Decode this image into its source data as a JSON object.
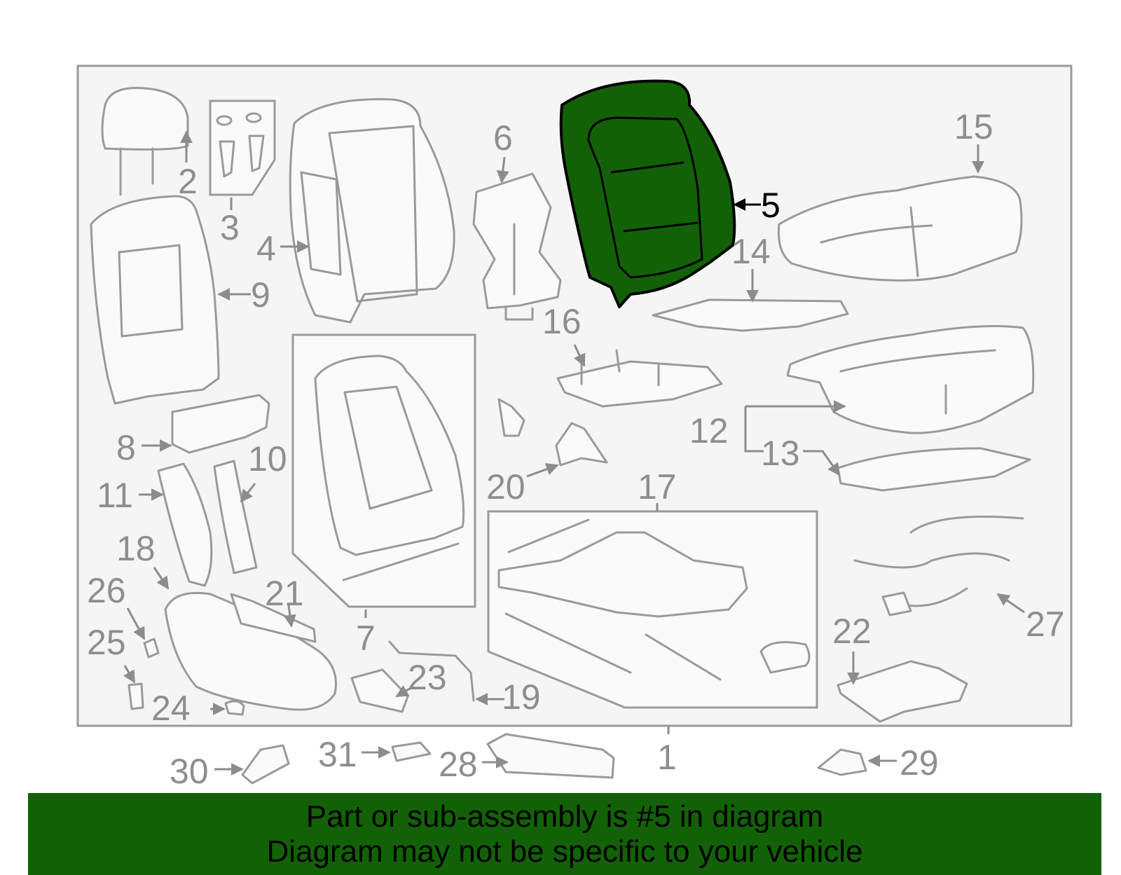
{
  "diagram": {
    "highlighted_part": "5",
    "highlight_color": "#136106",
    "part_color": "#9a9a9a",
    "callouts": [
      "1",
      "2",
      "3",
      "4",
      "5",
      "6",
      "7",
      "8",
      "9",
      "10",
      "11",
      "12",
      "13",
      "14",
      "15",
      "16",
      "17",
      "18",
      "19",
      "20",
      "21",
      "22",
      "23",
      "24",
      "25",
      "26",
      "27",
      "28",
      "29",
      "30",
      "31"
    ]
  },
  "banner": {
    "line1": "Part or sub-assembly is #5 in diagram",
    "line2": "Diagram may not be specific to your vehicle"
  }
}
